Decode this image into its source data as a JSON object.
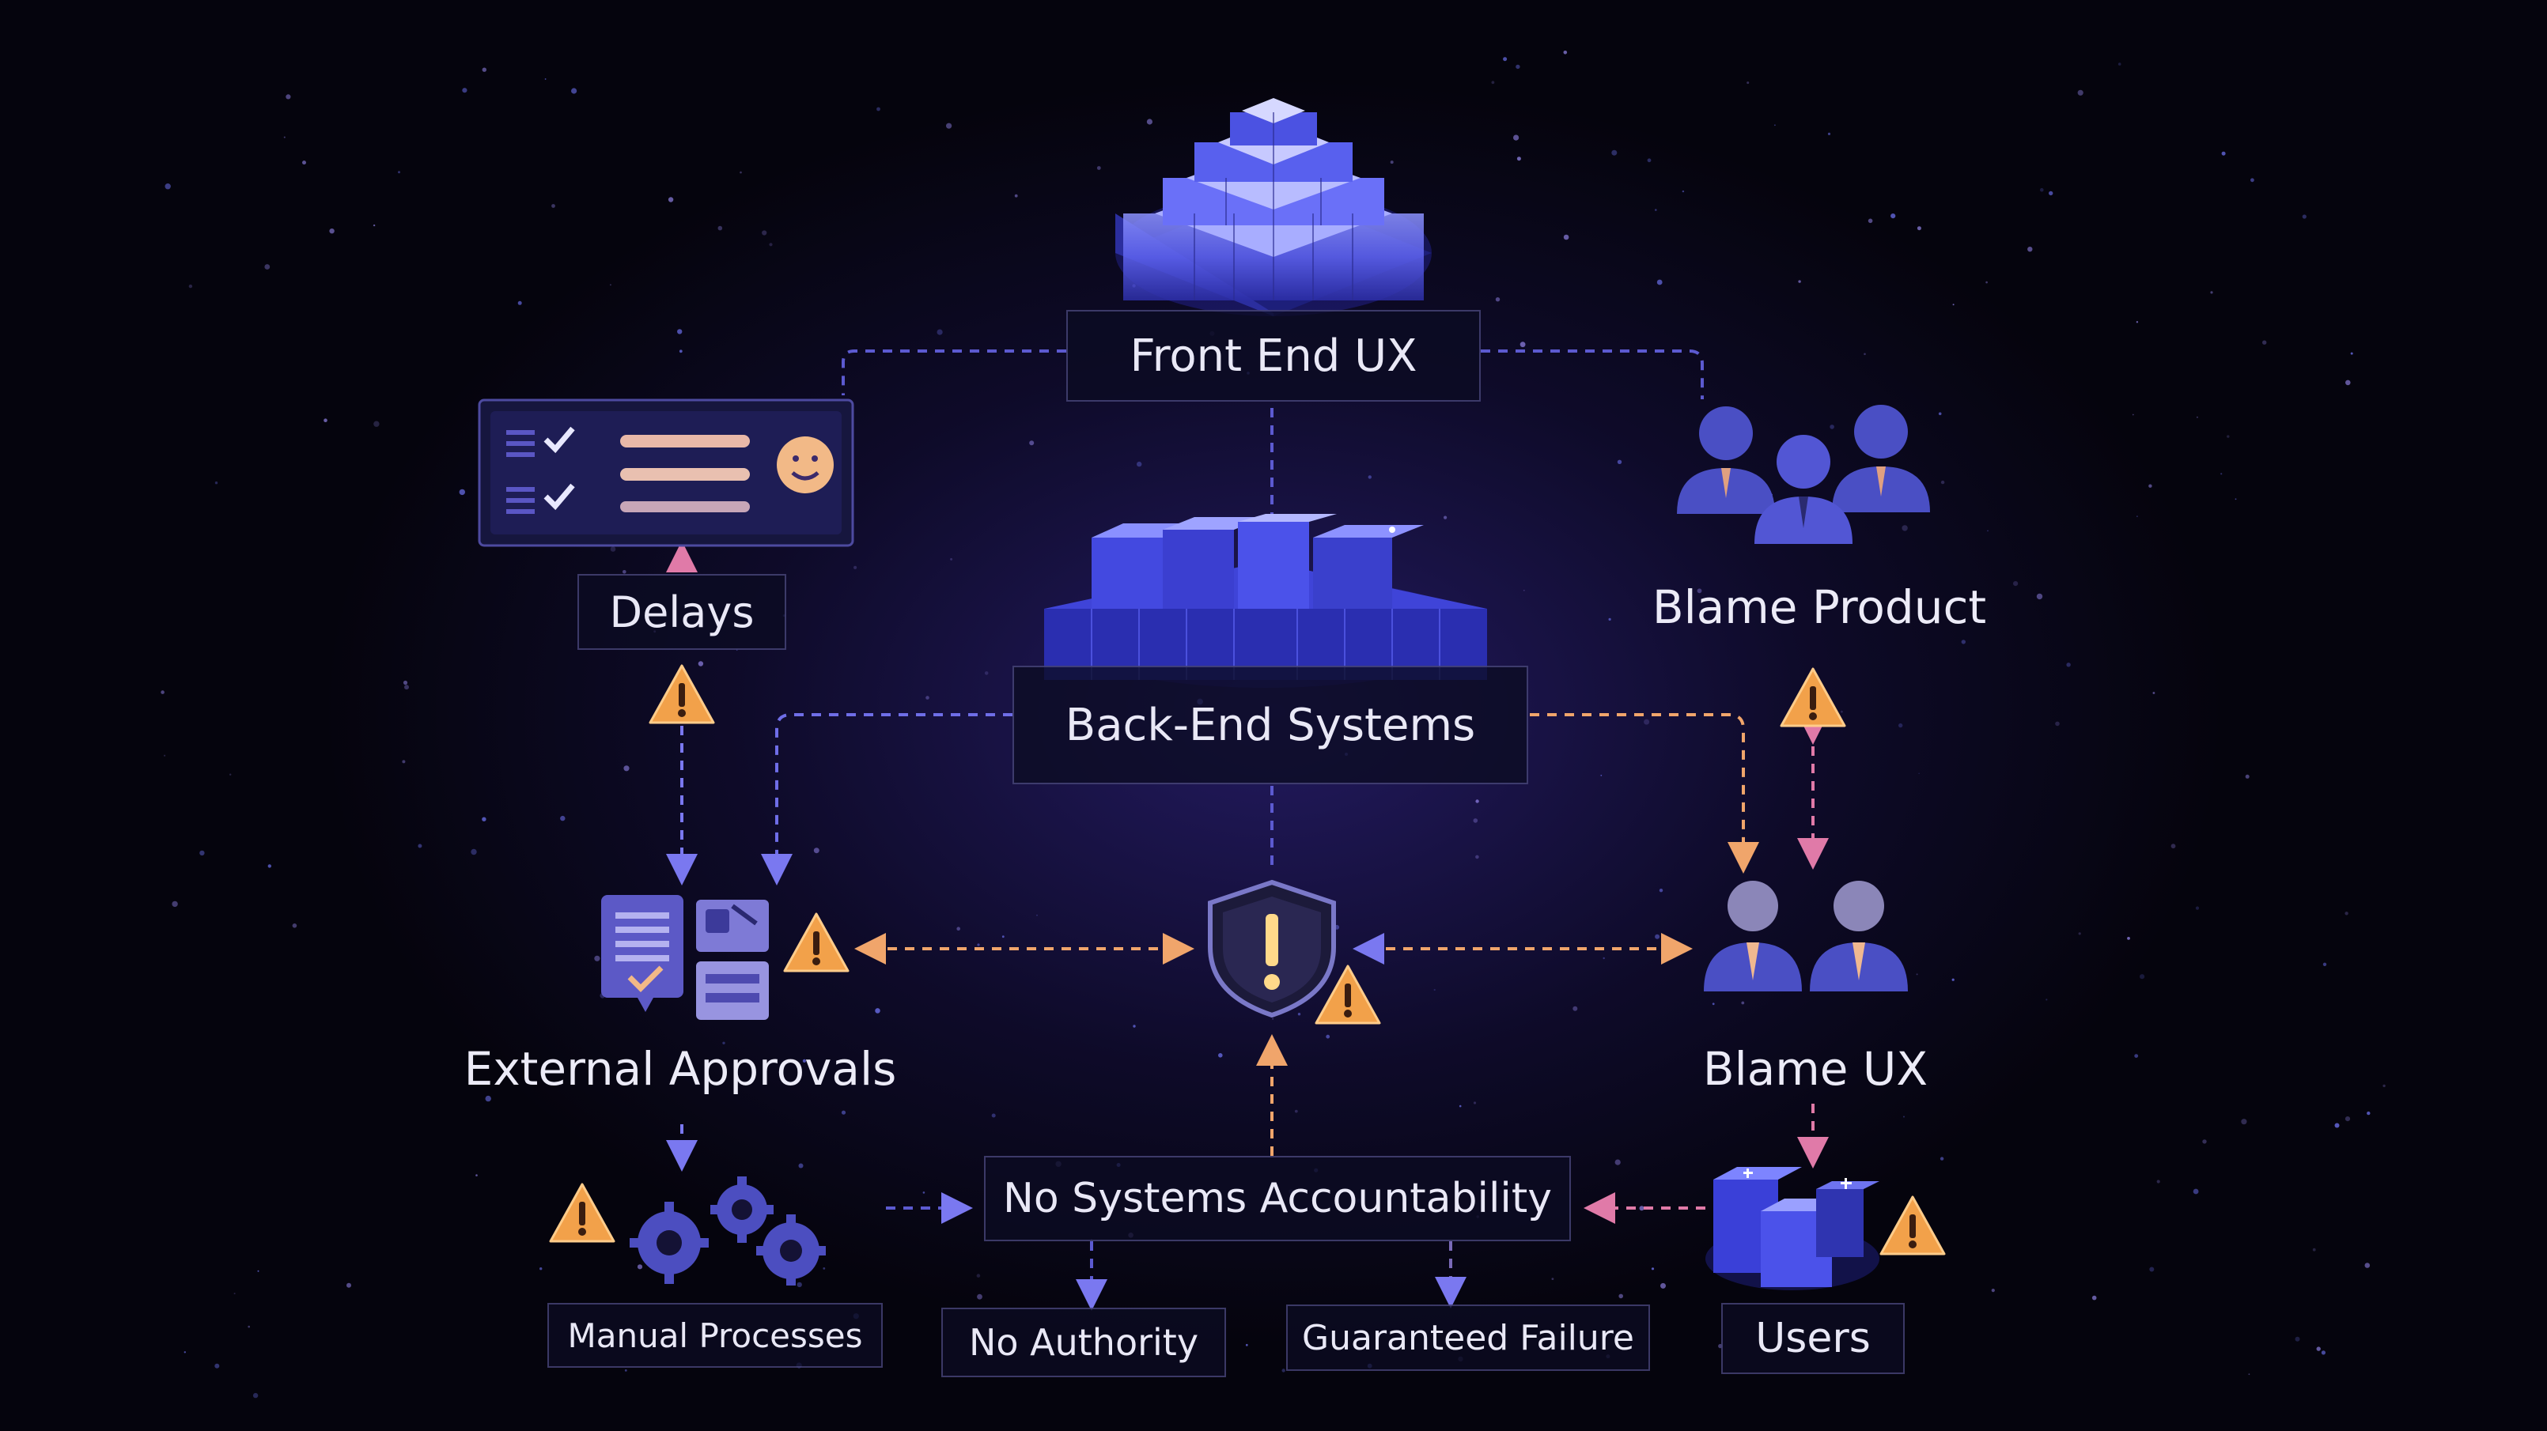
{
  "nodes": {
    "front_end_ux": "Front End UX",
    "back_end_systems": "Back-End Systems",
    "delays": "Delays",
    "blame_product": "Blame Product",
    "external_approvals": "External Approvals",
    "blame_ux": "Blame UX",
    "no_systems_accountability": "No Systems Accountability",
    "manual_processes": "Manual Processes",
    "no_authority": "No Authority",
    "guaranteed_failure": "Guaranteed Failure",
    "users": "Users"
  },
  "colors": {
    "background": "#05040d",
    "glow": "#2a1f7a",
    "warning": "#f2a14a",
    "connector_blue": "#6f6ee8",
    "connector_orange": "#f0a56b",
    "connector_pink": "#e07aa8",
    "cube_blue": "#4a55ff",
    "person": "#4a4fc4"
  },
  "icons": [
    "pyramid-stack-icon",
    "block-cluster-icon",
    "task-checklist-card-icon",
    "people-group-icon",
    "documents-icon",
    "shield-alert-icon",
    "gears-icon",
    "cube-stack-icon",
    "warning-triangle-icon"
  ]
}
